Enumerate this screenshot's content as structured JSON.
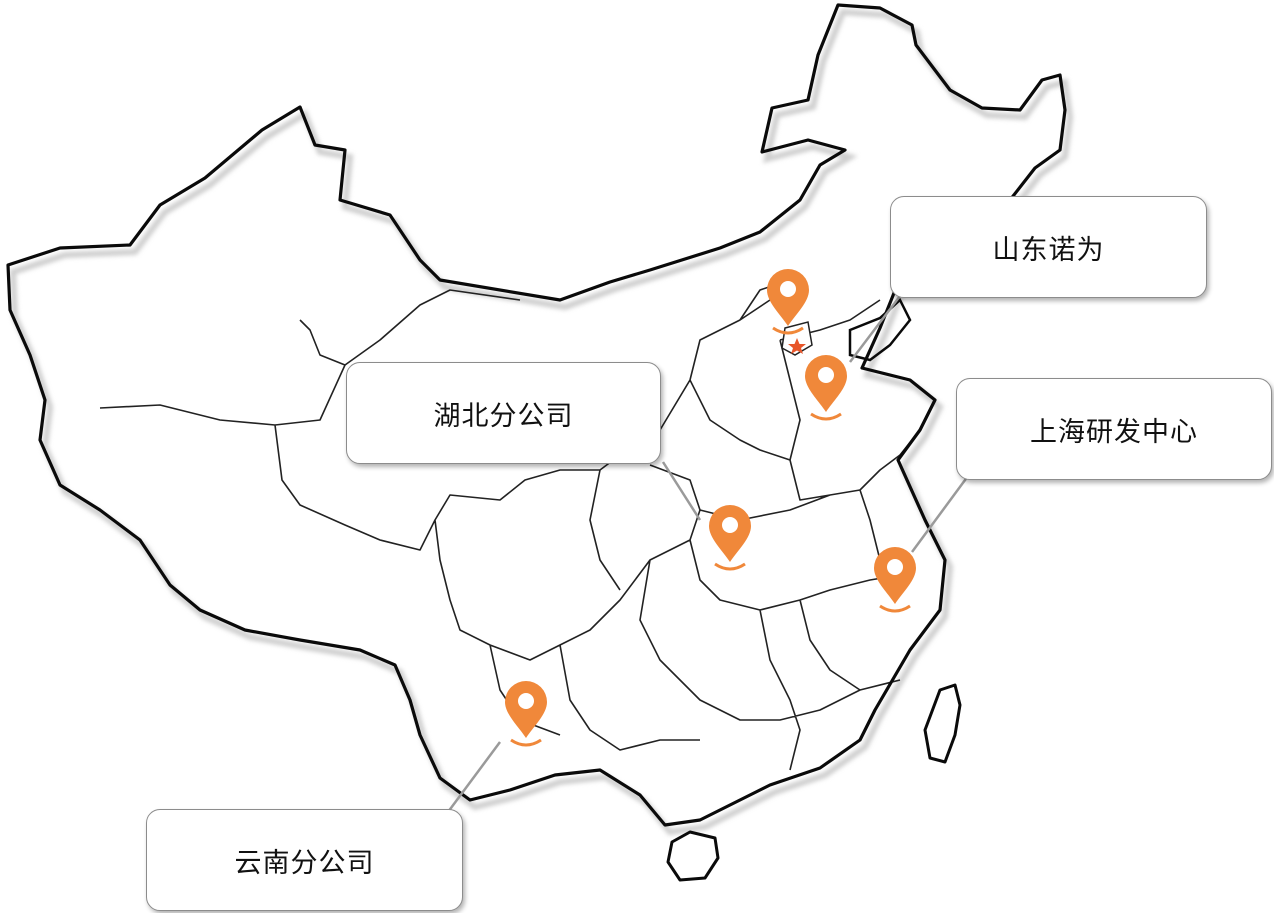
{
  "colors": {
    "marker": "#f0883a",
    "capital_star": "#e8562a",
    "border": "#000000",
    "province_border": "#222222",
    "shadow": "#c8c8c8"
  },
  "capital": {
    "icon": "star-icon"
  },
  "markers": [
    {
      "id": "beijing-area",
      "icon": "map-pin-icon"
    },
    {
      "id": "shandong",
      "icon": "map-pin-icon"
    },
    {
      "id": "hubei",
      "icon": "map-pin-icon"
    },
    {
      "id": "shanghai",
      "icon": "map-pin-icon"
    },
    {
      "id": "yunnan",
      "icon": "map-pin-icon"
    }
  ],
  "callouts": {
    "shandong": "山东诺为",
    "hubei": "湖北分公司",
    "shanghai": "上海研发中心",
    "yunnan": "云南分公司"
  }
}
